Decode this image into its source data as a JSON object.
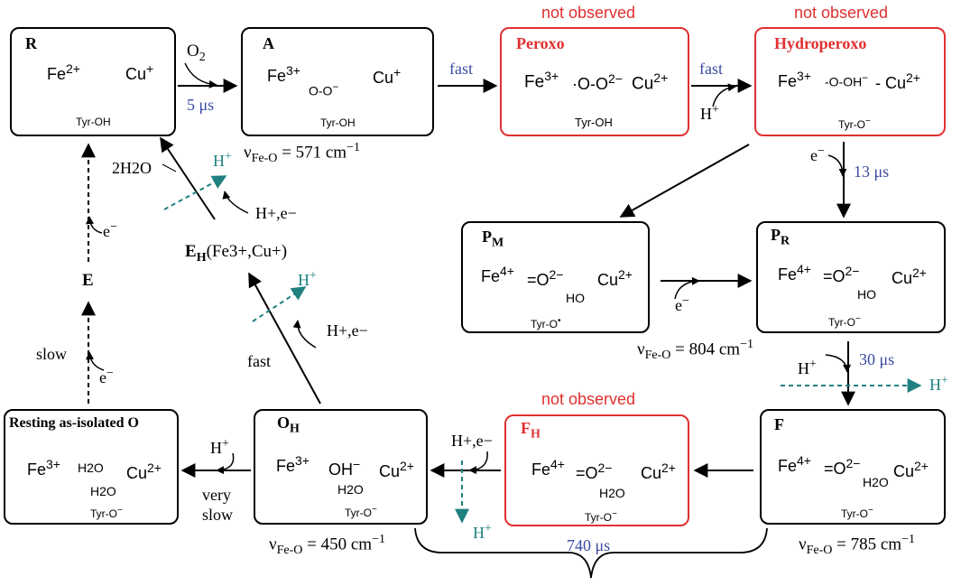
{
  "states": {
    "R": {
      "label": "R",
      "metal_a": "Fe",
      "metal_a_charge": "2+",
      "metal_b": "Cu",
      "metal_b_charge": "+",
      "residue": "Tyr-OH"
    },
    "A": {
      "label": "A",
      "metal_a": "Fe",
      "metal_a_charge": "3+",
      "ligand": "O-O",
      "ligand_charge": "−",
      "metal_b": "Cu",
      "metal_b_charge": "+",
      "residue": "Tyr-OH",
      "nu_label": "ν",
      "nu_sub": "Fe-O",
      "nu_value": " = 571 cm",
      "nu_exp": "−1"
    },
    "Peroxo": {
      "label": "Peroxo",
      "metal_a": "Fe",
      "metal_a_charge": "3+",
      "ligand": "·O-O",
      "ligand_charge": "2−",
      "metal_b": "Cu",
      "metal_b_charge": "2+",
      "residue": "Tyr-OH",
      "status": "not observed"
    },
    "Hydroperoxo": {
      "label": "Hydroperoxo",
      "metal_a": "Fe",
      "metal_a_charge": "3+",
      "ligand": "-O-OH",
      "ligand_charge": "−",
      "metal_b": "- Cu",
      "metal_b_charge": "2+",
      "residue": "Tyr-O",
      "residue_charge": "−",
      "status": "not observed"
    },
    "PM": {
      "label": "P",
      "label_sub": "M",
      "metal_a": "Fe",
      "metal_a_charge": "4+",
      "ligand": "=O",
      "ligand_charge": "2−",
      "ho": "HO",
      "metal_b": "Cu",
      "metal_b_charge": "2+",
      "residue": "Tyr-O",
      "residue_dot": "•"
    },
    "PR": {
      "label": "P",
      "label_sub": "R",
      "metal_a": "Fe",
      "metal_a_charge": "4+",
      "ligand": "=O",
      "ligand_charge": "2−",
      "ho": "HO",
      "metal_b": "Cu",
      "metal_b_charge": "2+",
      "residue": "Tyr-O",
      "residue_charge": "−",
      "nu_label": "ν",
      "nu_sub": "Fe-O",
      "nu_value": " = 804 cm",
      "nu_exp": "−1"
    },
    "F": {
      "label": "F",
      "metal_a": "Fe",
      "metal_a_charge": "4+",
      "ligand": "=O",
      "ligand_charge": "2−",
      "water": "H2O",
      "metal_b": "Cu",
      "metal_b_charge": "2+",
      "residue": "Tyr-O",
      "residue_charge": "−",
      "nu_label": "ν",
      "nu_sub": "Fe-O",
      "nu_value": " = 785 cm",
      "nu_exp": "−1"
    },
    "FH": {
      "label": "F",
      "label_sub": "H",
      "metal_a": "Fe",
      "metal_a_charge": "4+",
      "ligand": "=O",
      "ligand_charge": "2−",
      "metal_b": "Cu",
      "metal_b_charge": "2+",
      "water": "H2O",
      "residue": "Tyr-O",
      "residue_charge": "−",
      "status": "not observed"
    },
    "OH": {
      "label": "O",
      "label_sub": "H",
      "metal_a": "Fe",
      "metal_a_charge": "3+",
      "ligand": "OH",
      "ligand_charge": "−",
      "metal_b": "Cu",
      "metal_b_charge": "2+",
      "water": "H2O",
      "residue": "Tyr-O",
      "residue_charge": "−",
      "nu_label": "ν",
      "nu_sub": "Fe-O",
      "nu_value": " = 450 cm",
      "nu_exp": "−1"
    },
    "Resting": {
      "label": "Resting as-isolated O",
      "metal_a": "Fe",
      "metal_a_charge": "3+",
      "ligand": "H2O",
      "metal_b": "Cu",
      "metal_b_charge": "2+",
      "water": "H2O",
      "residue": "Tyr-O",
      "residue_charge": "−"
    }
  },
  "steps": {
    "o2": "O",
    "o2_sub": "2",
    "t_5us": "5 μs",
    "fast1": "fast",
    "fast2": "fast",
    "h_plus": "H",
    "h_plus_sup": "+",
    "e_minus": "e",
    "e_minus_sup": "−",
    "t_13us": "13 μs",
    "t_30us": "30 μs",
    "t_740us": "740 μs",
    "fast3": "fast",
    "very_slow_1": "very",
    "very_slow_2": "slow",
    "slow": "slow",
    "state_E": "E",
    "two_h2o": "2H2O",
    "eh_label": "E",
    "eh_sub": "H",
    "eh_rest": "(Fe3+,Cu+)",
    "h_e": "H+,e−"
  }
}
